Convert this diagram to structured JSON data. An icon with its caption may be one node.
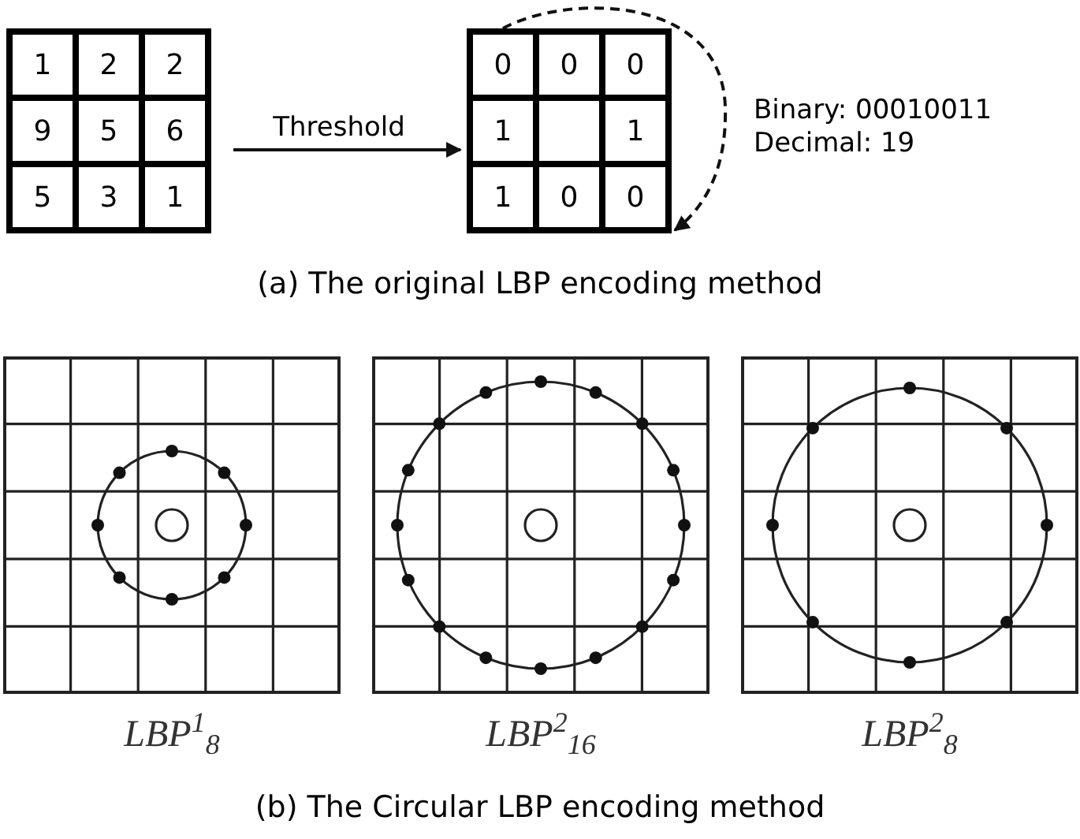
{
  "diagram": {
    "nodes": [
      {
        "text": [],
        "shape": "box"
      },
      {
        "text": [
          "1"
        ],
        "in": 0
      },
      {
        "text": [
          "2"
        ],
        "in": 0
      },
      {
        "text": [
          "2"
        ],
        "in": 0
      },
      {
        "text": [
          "9"
        ],
        "in": 0
      },
      {
        "text": [
          "5"
        ],
        "in": 0
      },
      {
        "text": [
          "6"
        ],
        "in": 0
      },
      {
        "text": [
          "5"
        ],
        "in": 0
      },
      {
        "text": [
          "3"
        ],
        "in": 0
      },
      {
        "text": [
          "1"
        ],
        "in": 0
      },
      {
        "text": [],
        "shape": "box"
      },
      {
        "text": [
          "0"
        ],
        "in": 10
      },
      {
        "text": [
          "0"
        ],
        "in": 10
      },
      {
        "text": [
          "0"
        ],
        "in": 10
      },
      {
        "text": [
          "1"
        ],
        "in": 10
      },
      {
        "text": [],
        "shape": "box",
        "in": 10
      },
      {
        "text": [
          "1"
        ],
        "in": 10
      },
      {
        "text": [
          "1"
        ],
        "in": 10
      },
      {
        "text": [
          "0"
        ],
        "in": 10
      },
      {
        "text": [
          "0"
        ],
        "in": 10
      }
    ],
    "edges": [
      {
        "from": 0,
        "to": 10,
        "arrow": "to",
        "label": "Threshold"
      },
      {
        "from": 11,
        "to": 19,
        "arrow": "to",
        "style": "dashed"
      }
    ],
    "labels": [
      "Binary: 00010011",
      "Decimal: 19",
      "(a) The original LBP encoding method",
      "LBP$^{1}$$_{8}$",
      "LBP$^{2}$$_{16}$",
      "LBP$^{2}$$_{8}$",
      "(b) The Circular LBP encoding method"
    ]
  }
}
